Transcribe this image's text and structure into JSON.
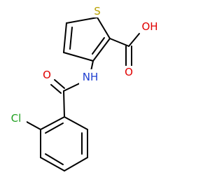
{
  "molecule": {
    "atoms": {
      "sulfur": "S",
      "carboxyl_oxygen": "O",
      "hydroxyl": "OH",
      "amide_oxygen": "O",
      "amide_nitrogen": "NH",
      "chlorine": "Cl"
    },
    "colors": {
      "bond": "#000000",
      "sulfur": "#b8a100",
      "oxygen": "#e00000",
      "nitrogen": "#1f3fd0",
      "chlorine": "#21a021"
    }
  }
}
